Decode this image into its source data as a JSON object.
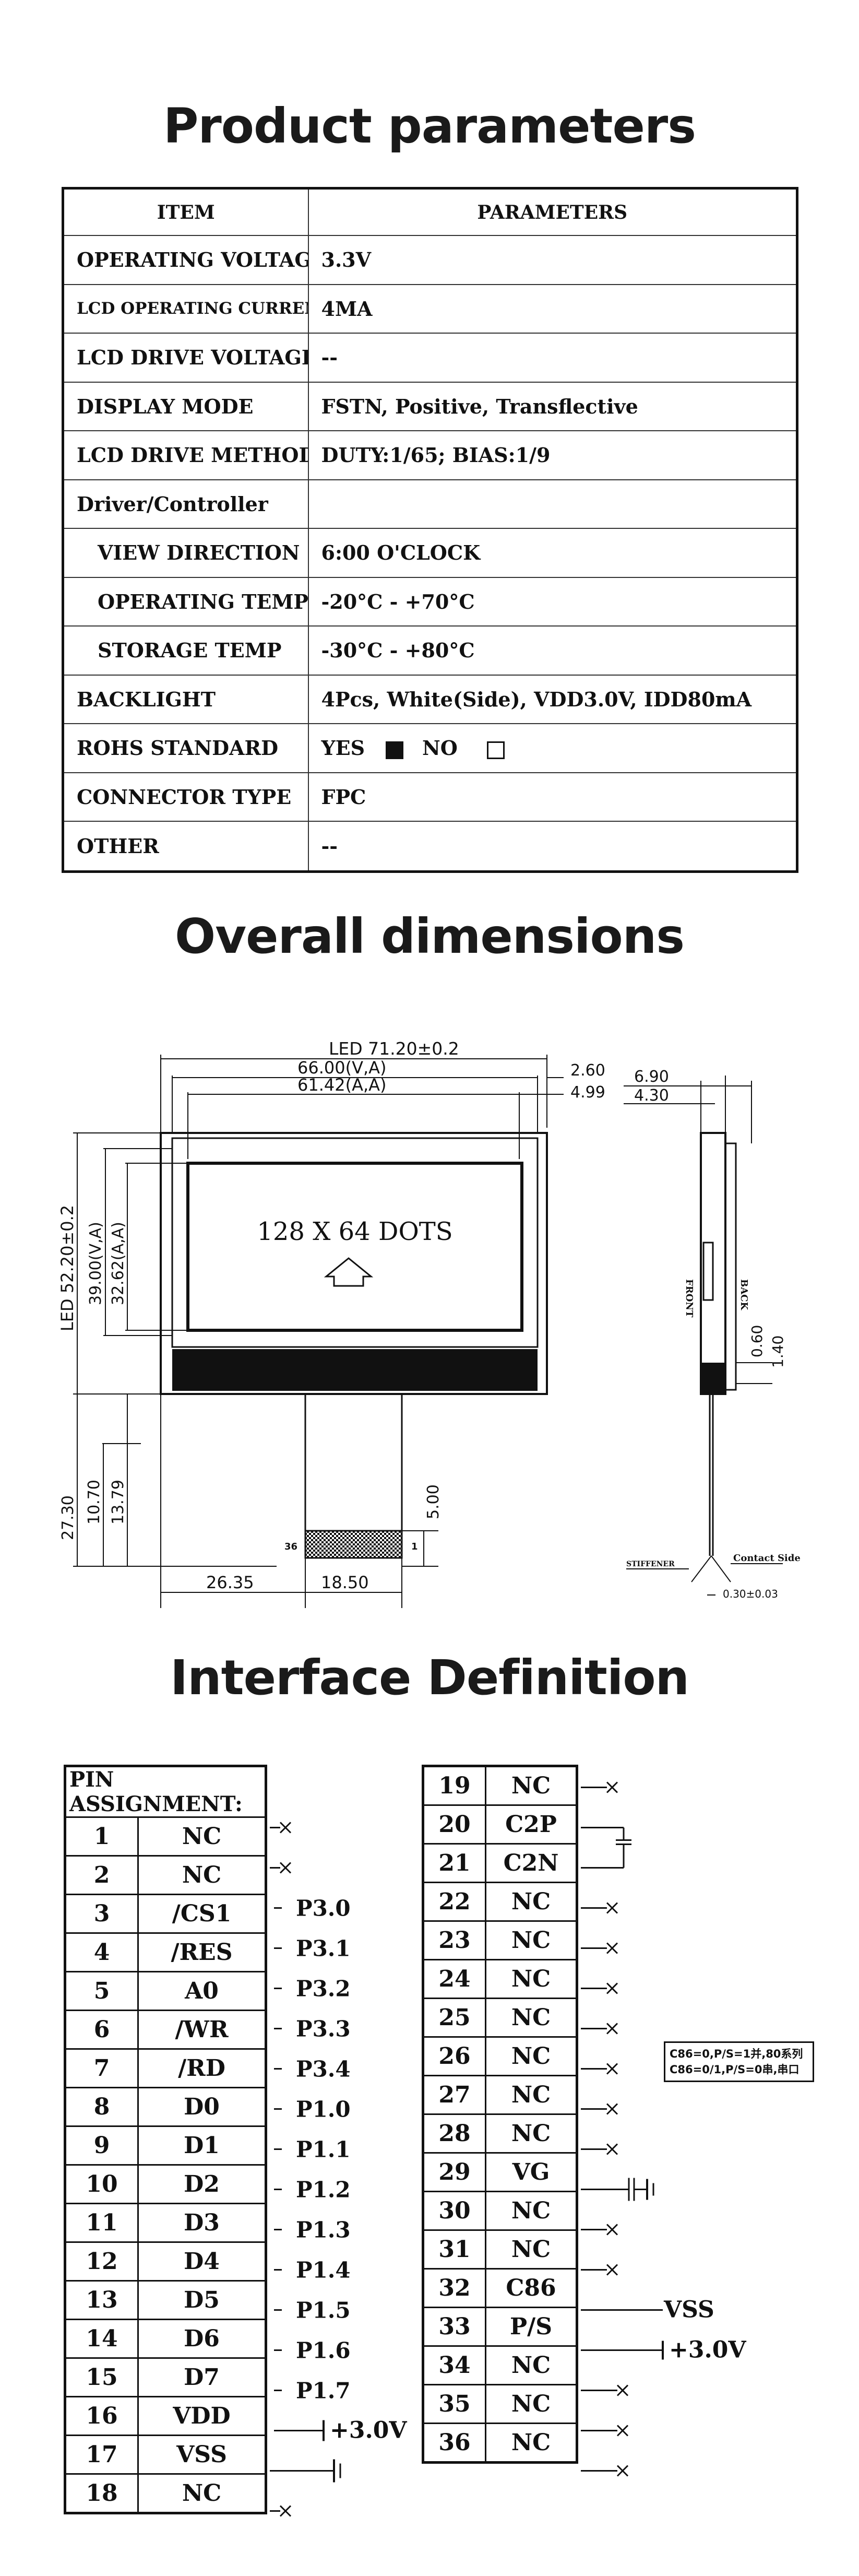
{
  "titles": {
    "params": "Product parameters",
    "dims": "Overall dimensions",
    "interface": "Interface Definition"
  },
  "params": {
    "header_item": "ITEM",
    "header_value": "PARAMETERS",
    "rows": [
      {
        "item": "OPERATING VOLTAGE",
        "value": "3.3V"
      },
      {
        "item": "LCD OPERATING CURRENT",
        "value": "4MA"
      },
      {
        "item": "LCD DRIVE VOLTAGE",
        "value": "--"
      },
      {
        "item": "DISPLAY MODE",
        "value": "FSTN, Positive, Transflective"
      },
      {
        "item": "LCD DRIVE METHOD",
        "value": "DUTY:1/65; BIAS:1/9"
      },
      {
        "item": "Driver/Controller",
        "value": ""
      },
      {
        "item": "VIEW DIRECTION",
        "value": "6:00 O'CLOCK"
      },
      {
        "item": "OPERATING TEMP",
        "value": "-20°C - +70°C"
      },
      {
        "item": "STORAGE TEMP",
        "value": "-30°C - +80°C"
      },
      {
        "item": "BACKLIGHT",
        "value": "4Pcs, White(Side), VDD3.0V, IDD80mA"
      },
      {
        "item": "ROHS STANDARD",
        "yes": "YES",
        "no": "NO",
        "yes_checked": true
      },
      {
        "item": "CONNECTOR TYPE",
        "value": "FPC"
      },
      {
        "item": "OTHER",
        "value": "--"
      }
    ]
  },
  "dimensions": {
    "led_width": "LED 71.20±0.2",
    "va_width": "66.00(V,A)",
    "aa_width": "61.42(A,A)",
    "right_a": "2.60",
    "right_b": "4.99",
    "led_height": "LED 52.20±0.2",
    "va_height": "39.00(V,A)",
    "aa_height": "32.62(A,A)",
    "dim_2730": "27.30",
    "dim_1070": "10.70",
    "dim_1379": "13.79",
    "dim_500": "5.00",
    "dim_2635": "26.35",
    "dim_1850": "18.50",
    "pin_36": "36",
    "pin_1": "1",
    "screen_text": "128 X 64 DOTS",
    "side_690": "6.90",
    "side_430": "4.30",
    "front": "FRONT",
    "back": "BACK",
    "side_060": "0.60",
    "side_140": "1.40",
    "stiffener": "STIFFENER",
    "contact_side": "Contact Side",
    "thickness": "0.30±0.03"
  },
  "pins": {
    "header": "PIN ASSIGNMENT:",
    "left": [
      {
        "num": "1",
        "name": "NC"
      },
      {
        "num": "2",
        "name": "NC"
      },
      {
        "num": "3",
        "name": "/CS1",
        "port": "P3.0"
      },
      {
        "num": "4",
        "name": "/RES",
        "port": "P3.1"
      },
      {
        "num": "5",
        "name": "A0",
        "port": "P3.2"
      },
      {
        "num": "6",
        "name": "/WR",
        "port": "P3.3"
      },
      {
        "num": "7",
        "name": "/RD",
        "port": "P3.4"
      },
      {
        "num": "8",
        "name": "D0",
        "port": "P1.0"
      },
      {
        "num": "9",
        "name": "D1",
        "port": "P1.1"
      },
      {
        "num": "10",
        "name": "D2",
        "port": "P1.2"
      },
      {
        "num": "11",
        "name": "D3",
        "port": "P1.3"
      },
      {
        "num": "12",
        "name": "D4",
        "port": "P1.4"
      },
      {
        "num": "13",
        "name": "D5",
        "port": "P1.5"
      },
      {
        "num": "14",
        "name": "D6",
        "port": "P1.6"
      },
      {
        "num": "15",
        "name": "D7",
        "port": "P1.7"
      },
      {
        "num": "16",
        "name": "VDD",
        "port": "+3.0V"
      },
      {
        "num": "17",
        "name": "VSS"
      },
      {
        "num": "18",
        "name": "NC"
      }
    ],
    "right": [
      {
        "num": "19",
        "name": "NC"
      },
      {
        "num": "20",
        "name": "C2P"
      },
      {
        "num": "21",
        "name": "C2N"
      },
      {
        "num": "22",
        "name": "NC"
      },
      {
        "num": "23",
        "name": "NC"
      },
      {
        "num": "24",
        "name": "NC"
      },
      {
        "num": "25",
        "name": "NC"
      },
      {
        "num": "26",
        "name": "NC"
      },
      {
        "num": "27",
        "name": "NC"
      },
      {
        "num": "28",
        "name": "NC"
      },
      {
        "num": "29",
        "name": "VG"
      },
      {
        "num": "30",
        "name": "NC"
      },
      {
        "num": "31",
        "name": "NC"
      },
      {
        "num": "32",
        "name": "C86",
        "port": "VSS"
      },
      {
        "num": "33",
        "name": "P/S",
        "port": "+3.0V"
      },
      {
        "num": "34",
        "name": "NC"
      },
      {
        "num": "35",
        "name": "NC"
      },
      {
        "num": "36",
        "name": "NC"
      }
    ],
    "note_line1": "C86=0,P/S=1并,80系列",
    "note_line2": "C86=0/1,P/S=0串,串口"
  }
}
